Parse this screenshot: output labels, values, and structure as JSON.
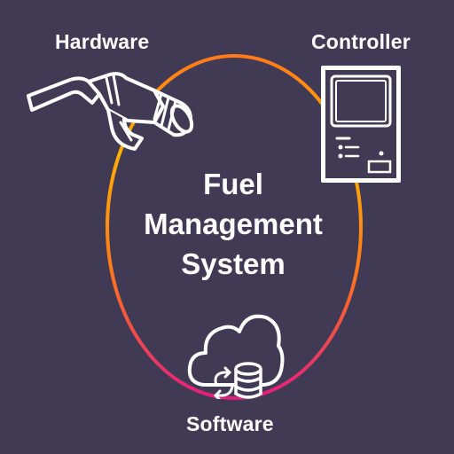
{
  "diagram": {
    "title_lines": [
      "Fuel",
      "Management",
      "System"
    ],
    "nodes": {
      "hardware": {
        "label": "Hardware",
        "icon": "fuel-nozzle-icon"
      },
      "controller": {
        "label": "Controller",
        "icon": "controller-terminal-icon"
      },
      "software": {
        "label": "Software",
        "icon": "cloud-database-icon"
      }
    },
    "colors": {
      "background": "#403a55",
      "ring_start": "#ff7a1a",
      "ring_mid": "#ffb100",
      "ring_end": "#e11f7d",
      "stroke": "#ffffff"
    }
  }
}
